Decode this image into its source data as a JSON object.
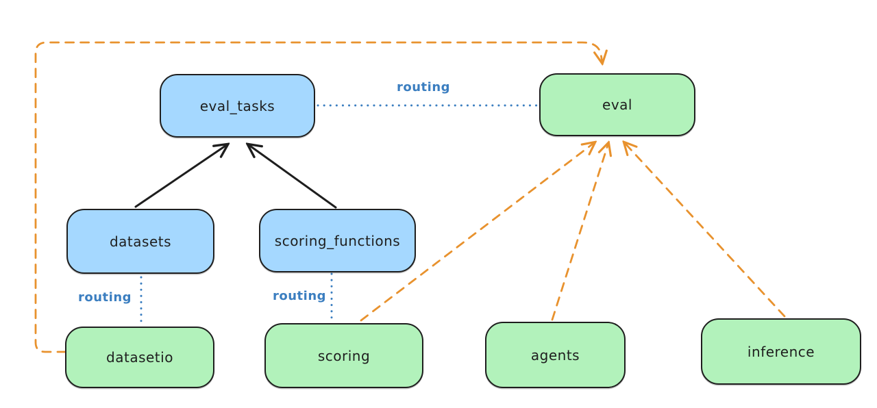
{
  "nodes": {
    "eval_tasks": {
      "label": "eval_tasks",
      "color": "blue"
    },
    "eval": {
      "label": "eval",
      "color": "green"
    },
    "datasets": {
      "label": "datasets",
      "color": "blue"
    },
    "scoring_functions": {
      "label": "scoring_functions",
      "color": "blue"
    },
    "datasetio": {
      "label": "datasetio",
      "color": "green"
    },
    "scoring": {
      "label": "scoring",
      "color": "green"
    },
    "agents": {
      "label": "agents",
      "color": "green"
    },
    "inference": {
      "label": "inference",
      "color": "green"
    }
  },
  "edges": [
    {
      "from": "datasets",
      "to": "eval_tasks",
      "style": "solid",
      "color": "black",
      "label": ""
    },
    {
      "from": "scoring_functions",
      "to": "eval_tasks",
      "style": "solid",
      "color": "black",
      "label": ""
    },
    {
      "from": "eval_tasks",
      "to": "eval",
      "style": "dotted",
      "color": "blue",
      "label": "routing"
    },
    {
      "from": "datasets",
      "to": "datasetio",
      "style": "dotted",
      "color": "blue",
      "label": "routing"
    },
    {
      "from": "scoring_functions",
      "to": "scoring",
      "style": "dotted",
      "color": "blue",
      "label": "routing"
    },
    {
      "from": "datasetio",
      "to": "eval",
      "style": "dashed",
      "color": "orange",
      "label": ""
    },
    {
      "from": "scoring",
      "to": "eval",
      "style": "dashed",
      "color": "orange",
      "label": ""
    },
    {
      "from": "agents",
      "to": "eval",
      "style": "dashed",
      "color": "orange",
      "label": ""
    },
    {
      "from": "inference",
      "to": "eval",
      "style": "dashed",
      "color": "orange",
      "label": ""
    }
  ],
  "colors": {
    "background": "#ffffff",
    "node_blue_fill": "#a5d8ff",
    "node_green_fill": "#b2f2bb",
    "node_border": "#1e1e1e",
    "text": "#1e1e1e",
    "arrow_black": "#1e1e1e",
    "arrow_orange": "#e8922e",
    "routing_blue": "#3b7ec0"
  }
}
